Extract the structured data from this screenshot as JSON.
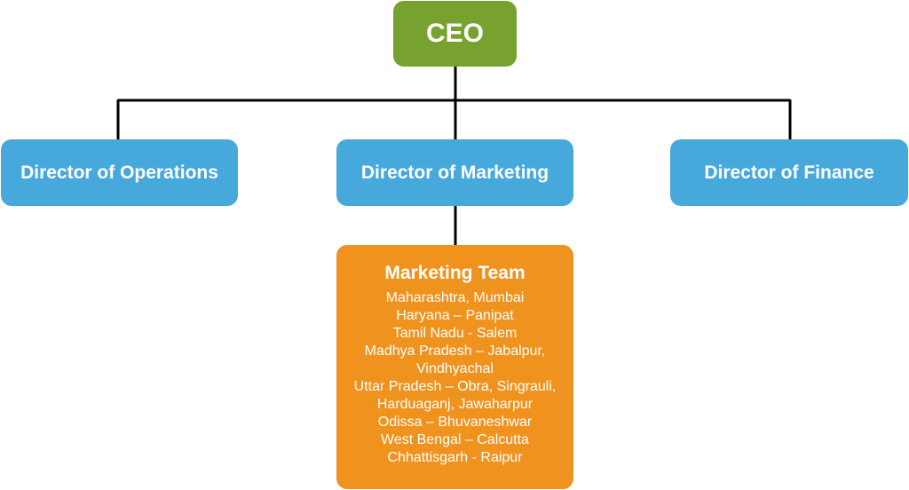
{
  "colors": {
    "ceo": "#78a22f",
    "director": "#47a8dc",
    "team": "#f0921e",
    "connector": "#000000"
  },
  "ceo": {
    "label": "CEO"
  },
  "directors": {
    "operations": "Director of Operations",
    "marketing": "Director of Marketing",
    "finance": "Director of Finance"
  },
  "marketing_team": {
    "title": "Marketing Team",
    "lines": [
      "Maharashtra, Mumbai",
      "Haryana – Panipat",
      "Tamil Nadu - Salem",
      "Madhya Pradesh – Jabalpur,",
      "Vindhyachal",
      "Uttar Pradesh – Obra, Singrauli,",
      "Harduaganj, Jawaharpur",
      "Odissa – Bhuvaneshwar",
      "West Bengal – Calcutta",
      "Chhattisgarh - Raipur"
    ]
  }
}
